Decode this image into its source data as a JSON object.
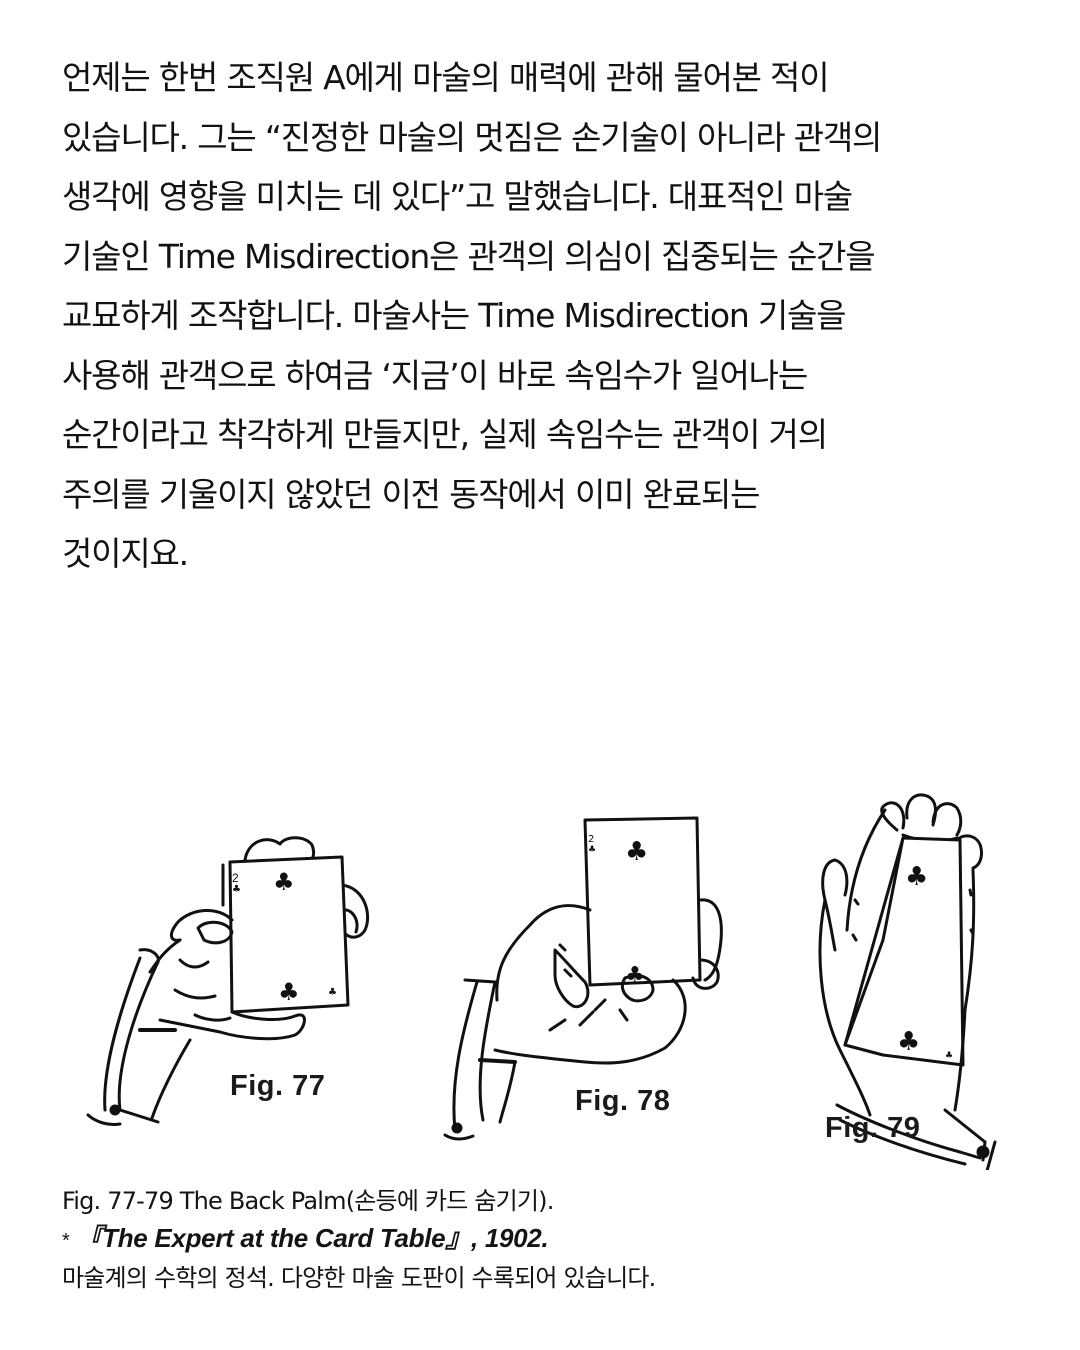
{
  "article": {
    "paragraph_lines": [
      "언제는 한번 조직원 A에게 마술의 매력에 관해 물어본 적이",
      "있습니다. 그는 “진정한 마술의 멋짐은 손기술이 아니라 관객의",
      "생각에 영향을 미치는 데 있다”고 말했습니다. 대표적인 마술",
      "기술인 Time Misdirection은 관객의 의심이 집중되는 순간을",
      "교묘하게 조작합니다. 마술사는 Time Misdirection 기술을",
      "사용해 관객으로 하여금 ‘지금’이 바로 속임수가 일어나는",
      "순간이라고 착각하게 만들지만, 실제 속임수는 관객이 거의",
      "주의를 기울이지 않았던 이전 동작에서 이미 완료되는",
      "것이지요."
    ]
  },
  "figure": {
    "panels": [
      {
        "label": "Fig. 77",
        "description": "hand holding card face-out, card two of clubs"
      },
      {
        "label": "Fig. 78",
        "description": "hand gripping card upright between fingers"
      },
      {
        "label": "Fig. 79",
        "description": "open palm with card held against back of fingers"
      }
    ],
    "colors": {
      "ink": "#111111",
      "paper": "#ffffff"
    }
  },
  "caption": {
    "title_line": "Fig. 77-79 The Back Palm(손등에 카드 숨기기).",
    "source_star": "*",
    "source_line": "『The Expert at the Card Table』, 1902.",
    "description_line": "마술계의 수학의 정석. 다양한 마술 도판이 수록되어 있습니다."
  }
}
